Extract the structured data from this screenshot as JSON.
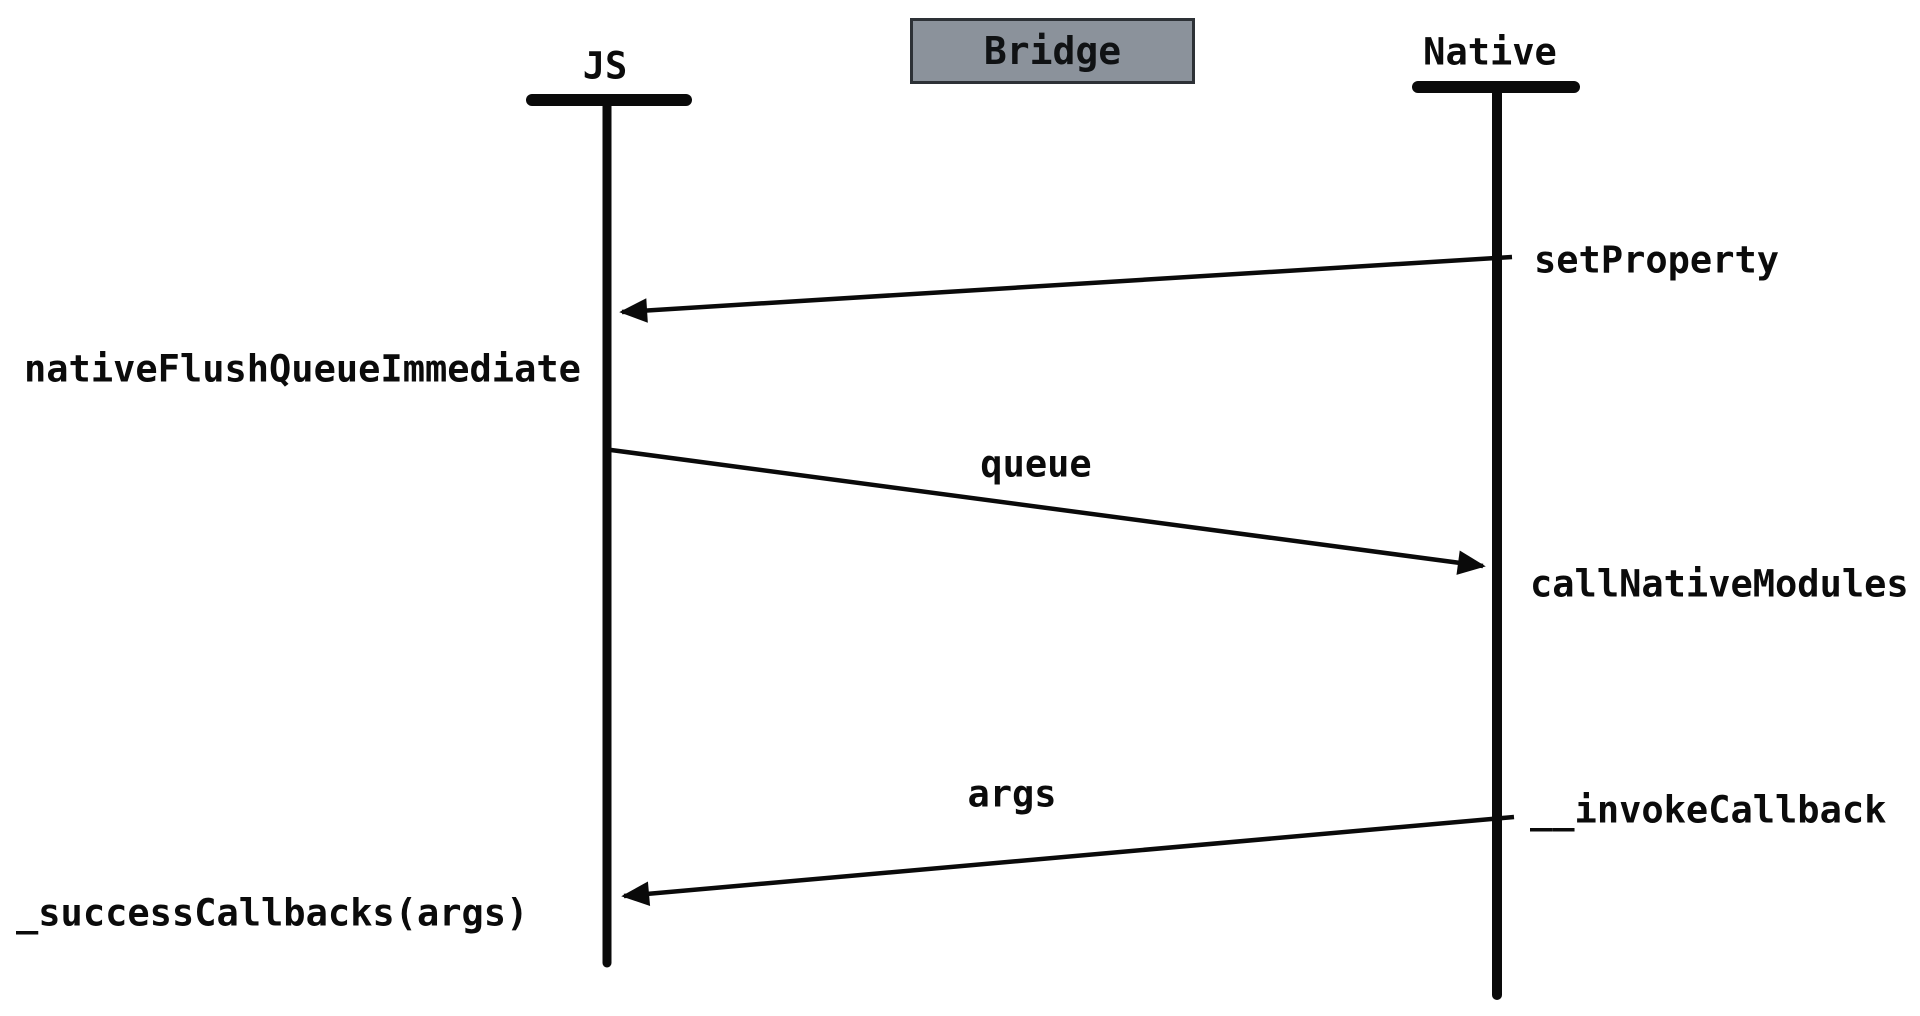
{
  "diagram": {
    "bridge_box": {
      "label": "Bridge",
      "fill_color": "#8b929b",
      "border_color": "#2d3136"
    },
    "participants": [
      {
        "id": "js",
        "label": "JS"
      },
      {
        "id": "native",
        "label": "Native"
      }
    ],
    "messages": [
      {
        "from": "native",
        "to": "js",
        "sender_label": "setProperty",
        "receiver_label": "nativeFlushQueueImmediate"
      },
      {
        "from": "js",
        "to": "native",
        "arrow_label": "queue",
        "receiver_label": "callNativeModules"
      },
      {
        "from": "native",
        "to": "js",
        "arrow_label": "args",
        "sender_label": "__invokeCallback",
        "receiver_label": "_successCallbacks(args)"
      }
    ],
    "line_color": "#000000",
    "background_color": "#ffffff"
  }
}
